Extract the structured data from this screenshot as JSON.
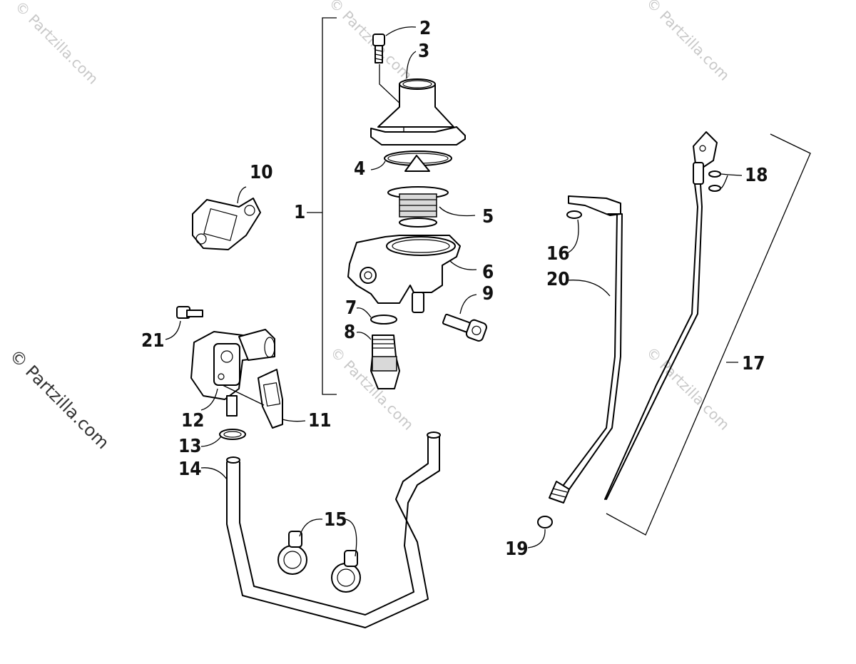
{
  "watermark": {
    "text": "© Partzilla.com"
  },
  "callouts": [
    "1",
    "2",
    "3",
    "4",
    "5",
    "6",
    "7",
    "8",
    "9",
    "10",
    "11",
    "12",
    "13",
    "14",
    "15",
    "16",
    "17",
    "18",
    "19",
    "20",
    "21"
  ]
}
